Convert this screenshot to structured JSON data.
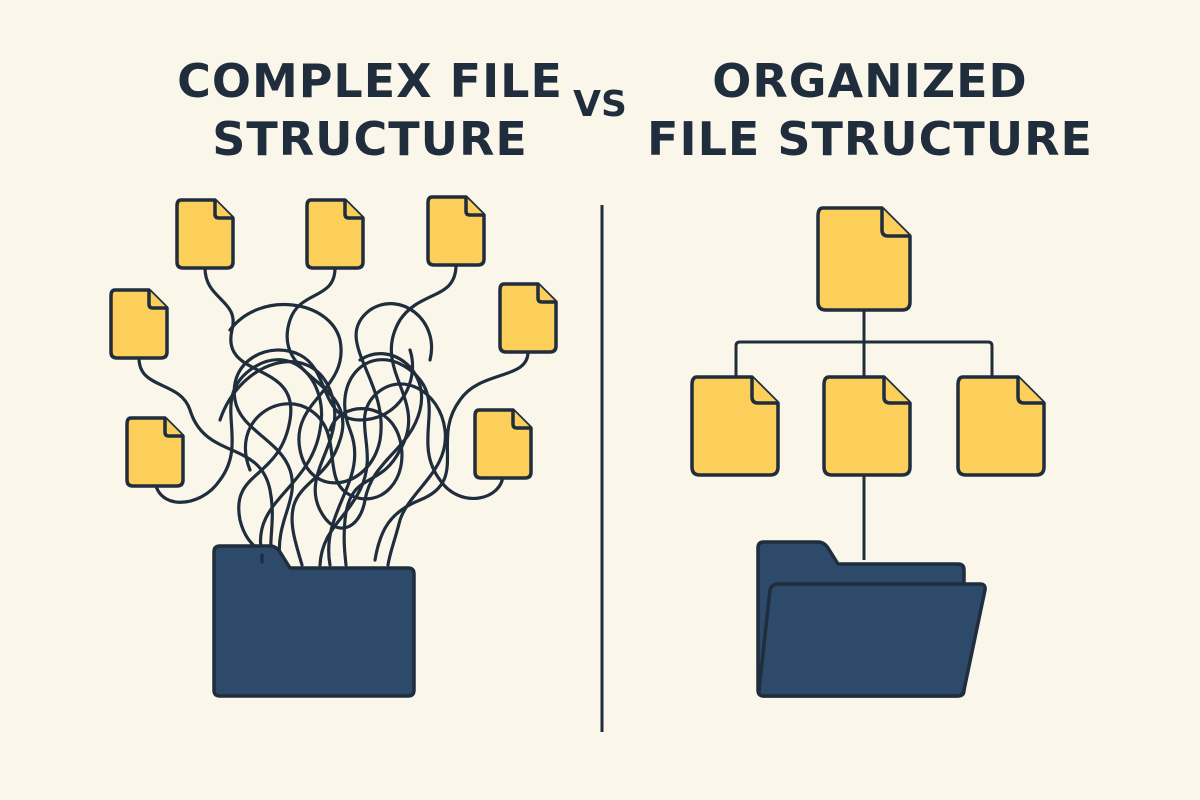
{
  "left_panel": {
    "title_line1": "COMPLEX FILE",
    "title_line2": "STRUCTURE"
  },
  "vs_label": "VS",
  "right_panel": {
    "title_line1": "ORGANIZED",
    "title_line2": "FILE STRUCTURE"
  },
  "colors": {
    "background": "#fbf6ea",
    "ink": "#1f2d3d",
    "file_fill": "#fbcf5a",
    "folder_fill": "#2e4a6b"
  },
  "icons": {
    "document": "document-icon",
    "folder": "folder-icon",
    "folder_open": "open-folder-icon"
  }
}
